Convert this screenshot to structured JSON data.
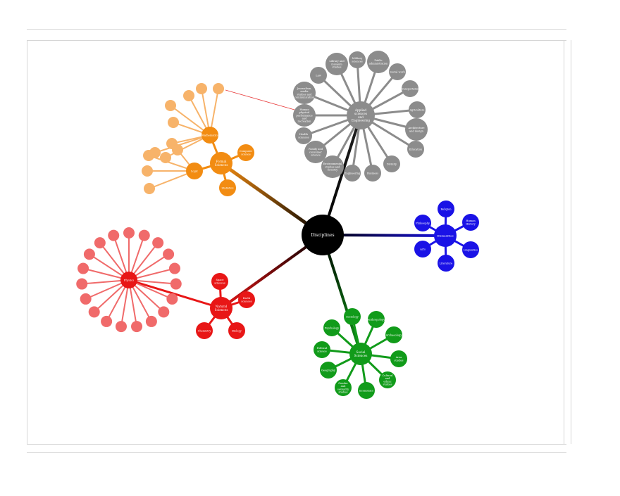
{
  "center": {
    "label": "Disciplines",
    "color": "#000000",
    "text_color": "#ffffff"
  },
  "hubs": {
    "formal": {
      "label": "Formal Sciences",
      "color": "#f28c12",
      "text_color": "#ffffff"
    },
    "applied": {
      "label": "Applied sciences and Engineering",
      "color": "#8c8c8c",
      "text_color": "#ffffff"
    },
    "humanities": {
      "label": "Humanities",
      "color": "#1a12e6",
      "text_color": "#ffffff"
    },
    "social": {
      "label": "Social Sciences",
      "color": "#119b1a",
      "text_color": "#ffffff"
    },
    "natural": {
      "label": "Natural Sciences",
      "color": "#e81616",
      "text_color": "#ffffff"
    }
  },
  "formal": {
    "children": [
      {
        "label": "Mathematics"
      },
      {
        "label": "Computer science"
      },
      {
        "label": "Statistics"
      },
      {
        "label": "Logic"
      }
    ],
    "math_leaves": [
      "",
      "",
      "",
      "",
      "",
      "",
      ""
    ],
    "logic_leaves": [
      "",
      "",
      "",
      ""
    ]
  },
  "applied_leaves": [
    "Agriculture",
    "Architecture and design",
    "Business",
    "Divinity",
    "Education",
    "Engineering",
    "Environmental studies and forestry",
    "Family and consumer science",
    "Health sciences",
    "Human physical performance and recreation",
    "Journalism, media studies and communication",
    "Law",
    "Library and museum studies",
    "Military sciences",
    "Public administration",
    "Social work",
    "Transportation"
  ],
  "humanities_leaves": [
    "Religion",
    "Human History",
    "Linguistics",
    "Literature",
    "Arts",
    "Philosophy"
  ],
  "social_leaves": [
    "Sociology",
    "Anthropology",
    "Archaeology",
    "Area studies",
    "Cultural and ethnic studies",
    "Economics",
    "Gender and sexuality studies",
    "Geography",
    "Political science",
    "Psychology"
  ],
  "natural": {
    "children": [
      {
        "label": "Space sciences"
      },
      {
        "label": "Earth sciences"
      },
      {
        "label": "Biology"
      },
      {
        "label": "Chemistry"
      },
      {
        "label": "Physics"
      }
    ],
    "physics_leaves": [
      "",
      "",
      "",
      "",
      "",
      "",
      "",
      "",
      "",
      "",
      "",
      "",
      "",
      "",
      "",
      "",
      "",
      "",
      ""
    ]
  },
  "annotation": {
    "label": ""
  },
  "icons": {
    "node": "circle-node"
  }
}
